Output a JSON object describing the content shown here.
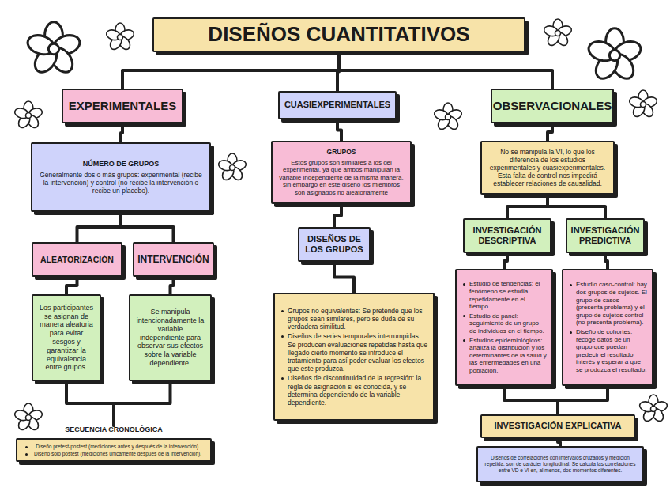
{
  "diagram": {
    "nodes": [
      {
        "text": [
          "DISEÑOS CUANTITATIVOS"
        ]
      },
      {
        "text": [
          "EXPERIMENTALES"
        ]
      },
      {
        "text": [
          "CUASIEXPERIMENTALES"
        ]
      },
      {
        "text": [
          "OBSERVACIONALES"
        ]
      },
      {
        "text": [
          "NÚMERO DE GRUPOS",
          "Generalmente dos o más grupos: experimental (recibe la intervención) y control (no recibe la intervención o recibe un placebo)."
        ]
      },
      {
        "text": [
          "GRUPOS",
          "Estos grupos son similares a los del experimental, ya que ambos manipulan la variable independiente de la misma manera, sin embargo en este diseño los miembros son asignados no aleatoriamente"
        ]
      },
      {
        "text": [
          "No se manipula la VI, lo que los diferencia de los estudios experimentales y cuasiexperimentales. Esta falta de control nos impedirá establecer relaciones de causalidad."
        ]
      },
      {
        "text": [
          "ALEATORIZACIÓN"
        ]
      },
      {
        "text": [
          "INTERVENCIÓN"
        ]
      },
      {
        "text": [
          "DISEÑOS DE LOS GRUPOS"
        ]
      },
      {
        "text": [
          "INVESTIGACIÓN DESCRIPTIVA"
        ]
      },
      {
        "text": [
          "INVESTIGACIÓN PREDICTIVA"
        ]
      },
      {
        "text": [
          "Los participantes se asignan de manera aleatoria para evitar sesgos y garantizar la equivalencia entre grupos."
        ]
      },
      {
        "text": [
          "Se manipula intencionadamente la variable independiente para observar sus efectos sobre la variable dependiente."
        ]
      },
      {
        "text": [
          "Grupos no equivalentes: Se pretende que los grupos sean similares, pero se duda de su verdadera similitud.",
          "Diseños de series temporales interrumpidas: Se producen evaluaciones repetidas hasta que llegado cierto momento se introduce el tratamiento para así poder evaluar los efectos que este produzca.",
          "Diseños de discontinuidad de la regresión: la regla de asignación si es conocida, y se determina dependiendo de la variable dependiente."
        ]
      },
      {
        "text": [
          "Estudio de tendencias: el fenómeno se estudia repetidamente en el tiempo.",
          "Estudio de panel: seguimiento de un grupo de individuos en el tiempo.",
          "Estudios epidemiológicos: analiza la distribución y los determinantes de la salud y las enfermedades en una población."
        ]
      },
      {
        "text": [
          "Estudio caso-control: hay dos grupos de sujetos. El grupo de casos (presenta problema) y el grupo de sujetos control (no presenta problema).",
          "Diseño de cohortes: recoge datos de un grupo que puedan predecir el resultado interés y esperar a que se produzca el resultado."
        ]
      },
      {
        "text": [
          "SECUENCIA CRONOLÓGICA",
          "Diseño pretest-postest (mediciones antes y después de la intervención).",
          "Diseño solo postest (mediciones únicamente después de la intervención)."
        ]
      },
      {
        "text": [
          "INVESTIGACIÓN EXPLICATIVA"
        ]
      },
      {
        "text": [
          "Diseños de correlaciones con intervalos cruzados y medición repetida: son de carácter longitudinal. Se calcula las correlaciones entre VD e VI en, al menos, dos momentos diferentes."
        ]
      }
    ],
    "edges": [
      {
        "from": 0,
        "to": 1,
        "arrow": "none"
      },
      {
        "from": 0,
        "to": 2,
        "arrow": "none"
      },
      {
        "from": 0,
        "to": 3,
        "arrow": "none"
      },
      {
        "from": 1,
        "to": 4,
        "arrow": "none"
      },
      {
        "from": 2,
        "to": 5,
        "arrow": "none"
      },
      {
        "from": 3,
        "to": 6,
        "arrow": "none"
      },
      {
        "from": 4,
        "to": 7,
        "arrow": "none"
      },
      {
        "from": 4,
        "to": 8,
        "arrow": "none"
      },
      {
        "from": 7,
        "to": 12,
        "arrow": "none"
      },
      {
        "from": 8,
        "to": 13,
        "arrow": "none"
      },
      {
        "from": 12,
        "to": 17,
        "arrow": "none"
      },
      {
        "from": 13,
        "to": 17,
        "arrow": "none"
      },
      {
        "from": 5,
        "to": 9,
        "arrow": "none"
      },
      {
        "from": 9,
        "to": 14,
        "arrow": "none"
      },
      {
        "from": 6,
        "to": 10,
        "arrow": "none"
      },
      {
        "from": 6,
        "to": 11,
        "arrow": "none"
      },
      {
        "from": 10,
        "to": 15,
        "arrow": "none"
      },
      {
        "from": 11,
        "to": 16,
        "arrow": "none"
      },
      {
        "from": 15,
        "to": 18,
        "arrow": "none"
      },
      {
        "from": 16,
        "to": 18,
        "arrow": "none"
      },
      {
        "from": 18,
        "to": 19,
        "arrow": "none"
      }
    ]
  }
}
